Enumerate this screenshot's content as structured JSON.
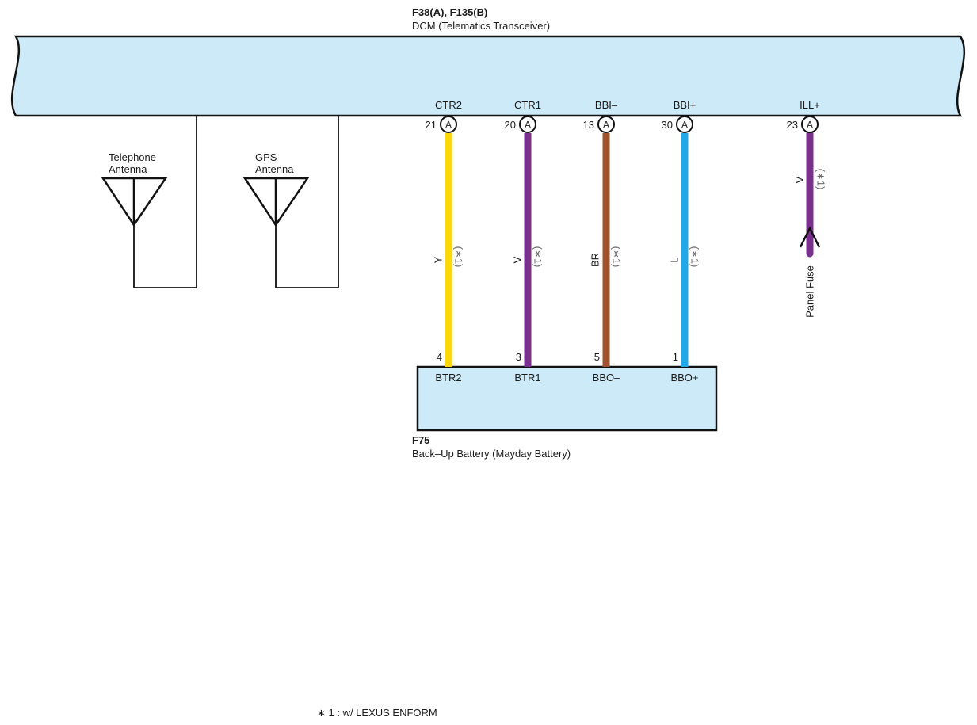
{
  "dcm": {
    "code": "F38(A), F135(B)",
    "name": "DCM (Telematics Transceiver)",
    "fill": "#cdeaf8"
  },
  "antennas": [
    {
      "id": "telephone",
      "line1": "Telephone",
      "line2": "Antenna"
    },
    {
      "id": "gps",
      "line1": "GPS",
      "line2": "Antenna"
    }
  ],
  "wires": [
    {
      "id": "ctr2",
      "terminal": "CTR2",
      "pin": "21",
      "connector": "A",
      "color_code": "Y",
      "note": "(∗1)",
      "color": "#ffd800",
      "end_pin": "4",
      "end_terminal": "BTR2"
    },
    {
      "id": "ctr1",
      "terminal": "CTR1",
      "pin": "20",
      "connector": "A",
      "color_code": "V",
      "note": "(∗1)",
      "color": "#7a2e8f",
      "end_pin": "3",
      "end_terminal": "BTR1"
    },
    {
      "id": "bbi-minus",
      "terminal": "BBI–",
      "pin": "13",
      "connector": "A",
      "color_code": "BR",
      "note": "(∗1)",
      "color": "#a0522d",
      "end_pin": "5",
      "end_terminal": "BBO–"
    },
    {
      "id": "bbi-plus",
      "terminal": "BBI+",
      "pin": "30",
      "connector": "A",
      "color_code": "L",
      "note": "(∗1)",
      "color": "#1ea9e8",
      "end_pin": "1",
      "end_terminal": "BBO+"
    }
  ],
  "ill_wire": {
    "terminal": "ILL+",
    "pin": "23",
    "connector": "A",
    "color_code": "V",
    "note": "(∗1)",
    "color": "#7a2e8f",
    "destination": "Panel Fuse"
  },
  "battery": {
    "code": "F75",
    "name": "Back–Up Battery (Mayday Battery)",
    "fill": "#cdeaf8"
  },
  "footnote": "∗ 1 : w/ LEXUS ENFORM"
}
